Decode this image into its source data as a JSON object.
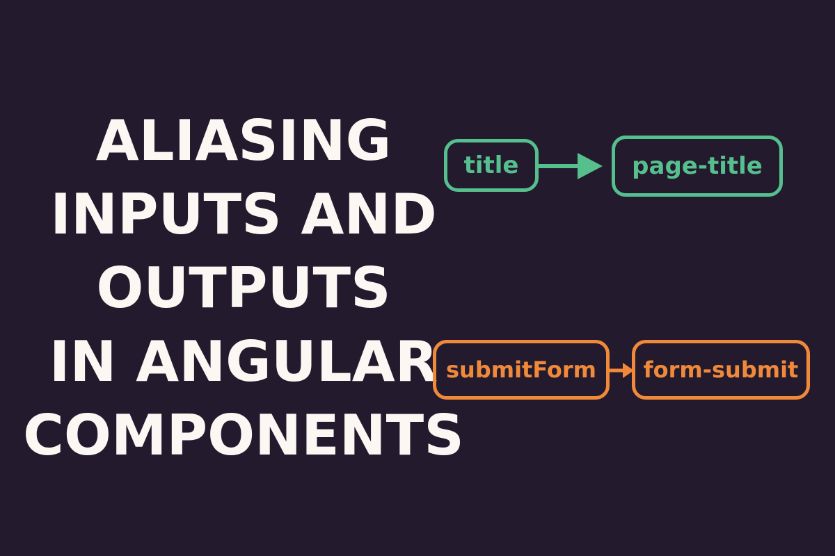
{
  "title_lines": [
    "ALIASING",
    "INPUTS AND",
    "OUTPUTS",
    "IN ANGULAR",
    "COMPONENTS"
  ],
  "colors": {
    "background": "#231a2e",
    "title": "#fbf7f2",
    "input_alias": "#56bf8e",
    "output_alias": "#f08a3a"
  },
  "input_mapping": {
    "from": "title",
    "to": "page-title"
  },
  "output_mapping": {
    "from": "submitForm",
    "to": "form-submit"
  }
}
